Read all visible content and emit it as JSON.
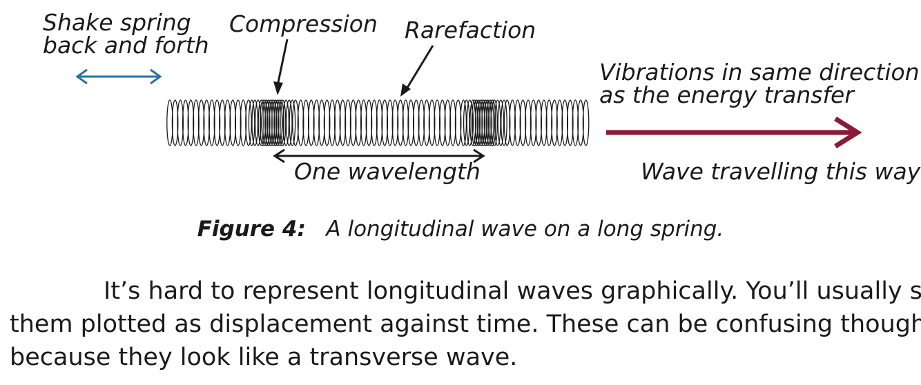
{
  "diagram": {
    "shake_label": [
      "Shake spring",
      "back and forth"
    ],
    "compression_label": "Compression",
    "rarefaction_label": "Rarefaction",
    "vibrations_label": [
      "Vibrations in same direction",
      "as the energy transfer"
    ],
    "wavelength_label": "One wavelength",
    "travel_label": "Wave travelling this way",
    "colors": {
      "shake_arrow": "#2a6fa3",
      "travel_arrow": "#8b1a38",
      "ink": "#1a1a1a"
    }
  },
  "caption": {
    "figure": "Figure 4:",
    "text": "A longitudinal wave on a long spring."
  },
  "body": {
    "lines": [
      "It’s hard to represent longitudinal waves graphically.  You’ll usually see",
      "them plotted as displacement against time.  These can be confusing though,",
      "because they look like a transverse wave."
    ]
  }
}
